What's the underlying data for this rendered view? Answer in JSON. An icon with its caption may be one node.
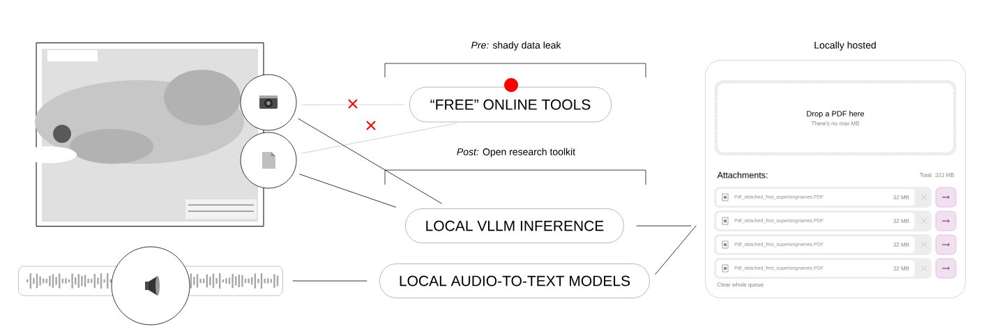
{
  "diagram": {
    "nodes": [
      {
        "text": [],
        "shape": "picture"
      },
      {
        "text": [],
        "shape": "circle"
      },
      {
        "text": [],
        "shape": "circle"
      },
      {
        "text": [
          "“FREE” ONLINE TOOLS"
        ]
      },
      {
        "text": [
          "LOCAL VLLM INFERENCE"
        ]
      },
      {
        "text": [],
        "shape": "box"
      },
      {
        "text": [],
        "shape": "circle"
      },
      {
        "text": [
          "LOCAL AUDIO-TO-TEXT MODELS"
        ]
      },
      {
        "text": [
          "Locally hosted",
          "Attachments:",
          "Total: 323 MB",
          "Clear whole queue"
        ]
      },
      {
        "text": [
          "Drop a PDF here",
          "There's no max MB"
        ],
        "in": 8
      },
      {
        "text": [
          "Pdf_attached_first_superlongnames.PDF",
          "32 MB"
        ],
        "in": 8
      },
      {
        "text": [
          "Pdf_attached_first_superlongnames.PDF",
          "32 MB"
        ],
        "in": 8
      },
      {
        "text": [
          "Pdf_attached_first_superlongnames.PDF",
          "32 MB"
        ],
        "in": 8
      },
      {
        "text": [
          "Pdf_attached_first_superlongnames.PDF",
          "32 MB"
        ],
        "in": 8
      }
    ],
    "edges": [
      {
        "from": 1,
        "to": 3,
        "arrow": "none",
        "color": "#c8c8c8"
      },
      {
        "from": 2,
        "to": 3,
        "arrow": "none",
        "color": "#c8c8c8"
      },
      {
        "from": 1,
        "to": 4,
        "arrow": "none"
      },
      {
        "from": 2,
        "to": 4,
        "arrow": "none"
      },
      {
        "from": 4,
        "to": 8,
        "arrow": "none"
      },
      {
        "from": 5,
        "to": 7,
        "arrow": "none"
      },
      {
        "from": 7,
        "to": 8,
        "arrow": "none"
      }
    ],
    "labels": [
      "*Pre:* shady data leak",
      "*Post:* Open research toolkit"
    ]
  }
}
